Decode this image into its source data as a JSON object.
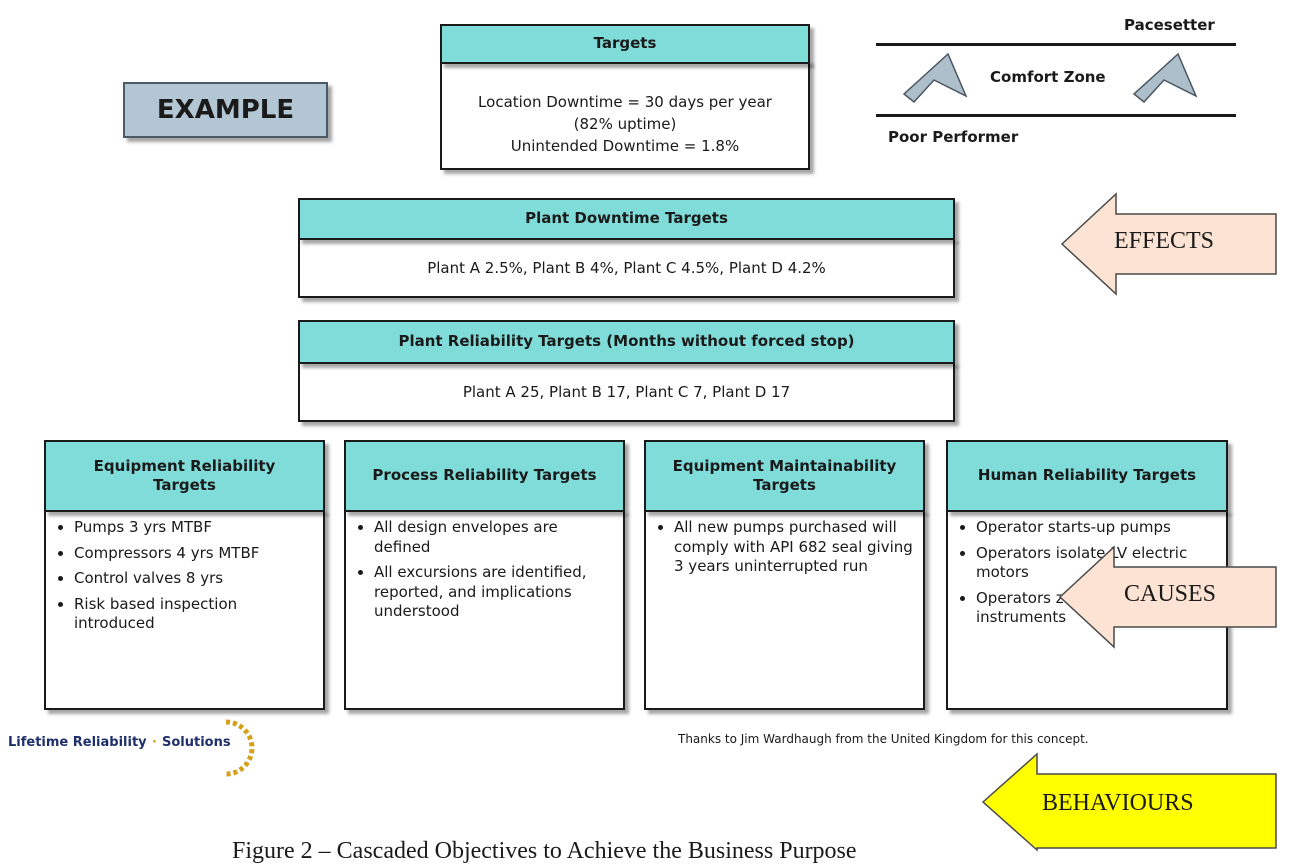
{
  "example_label": "EXAMPLE",
  "top": {
    "title": "Targets",
    "lines": [
      "Location Downtime  = 30 days per year",
      "(82% uptime)",
      "Unintended Downtime  = 1.8%"
    ]
  },
  "legend": {
    "pacesetter": "Pacesetter",
    "comfort_zone": "Comfort Zone",
    "poor_performer": "Poor Performer"
  },
  "plant_downtime": {
    "title": "Plant Downtime Targets",
    "text": "Plant A 2.5%, Plant B 4%, Plant C 4.5%, Plant D 4.2%"
  },
  "plant_reliability": {
    "title": "Plant Reliability Targets (Months without forced stop)",
    "text": "Plant A 25, Plant B 17, Plant C 7, Plant D 17"
  },
  "columns": [
    {
      "title": "Equipment Reliability Targets",
      "items": [
        "Pumps 3 yrs MTBF",
        "Compressors 4 yrs MTBF",
        "Control valves 8 yrs",
        "Risk based inspection introduced"
      ]
    },
    {
      "title": "Process Reliability Targets",
      "items": [
        "All design envelopes are defined",
        "All excursions are identified, reported, and implications understood"
      ]
    },
    {
      "title": "Equipment Maintainability Targets",
      "items": [
        "All new pumps purchased will comply with API 682 seal giving 3 years uninterrupted run"
      ]
    },
    {
      "title": "Human Reliability Targets",
      "items": [
        "Operator starts-up pumps",
        "Operators isolate LV electric motors",
        "Operators zero check instruments"
      ]
    }
  ],
  "arrows": {
    "effects": "EFFECTS",
    "causes": "CAUSES",
    "behaviours": "BEHAVIOURS"
  },
  "logo": {
    "part1": "Lifetime Reliability",
    "separator": "·",
    "part2": "Solutions"
  },
  "credit": "Thanks to Jim Wardhaugh from the United Kingdom for this concept.",
  "caption": "Figure 2 – Cascaded Objectives to Achieve the Business Purpose",
  "colors": {
    "header_teal": "#7fdcd9",
    "example_fill": "#b3c6d4",
    "effects_fill": "#fde3d3",
    "causes_fill": "#fde3d3",
    "behaviours_fill": "#ffff00",
    "zone_arrow_fill": "#aebfcc",
    "logo_navy": "#1f2f6b",
    "logo_gold": "#d4a017"
  }
}
